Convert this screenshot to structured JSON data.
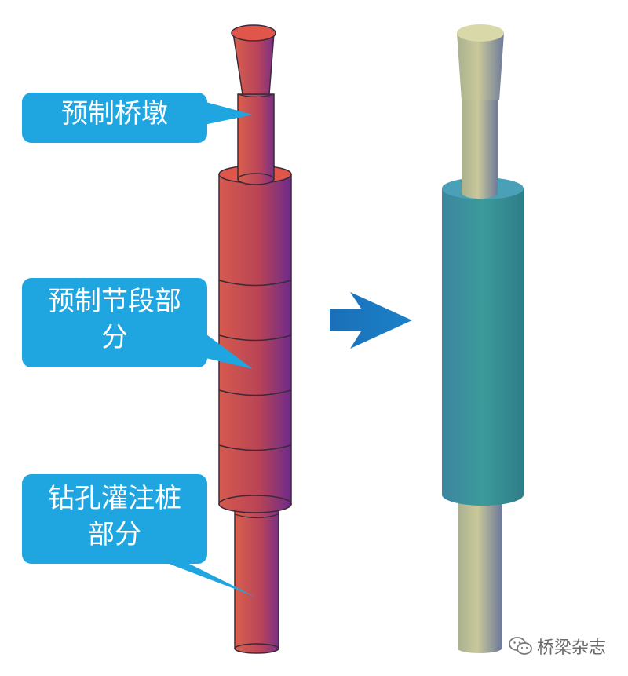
{
  "callouts": [
    {
      "text": "预制桥墩"
    },
    {
      "text": "预制节段部\n分"
    },
    {
      "text": "钻孔灌注桩\n部分"
    }
  ],
  "watermark": {
    "text": "桥梁杂志",
    "icon": "wechat-icon"
  },
  "colors": {
    "callout_fill": "#1fa6e0",
    "arrow": "#1a78c2",
    "pier_red_light": "#d65a4e",
    "pier_red_dark": "#6d2a8c",
    "assembled_sleeve": "#3a9b9a",
    "assembled_column": "#c9c89a"
  }
}
